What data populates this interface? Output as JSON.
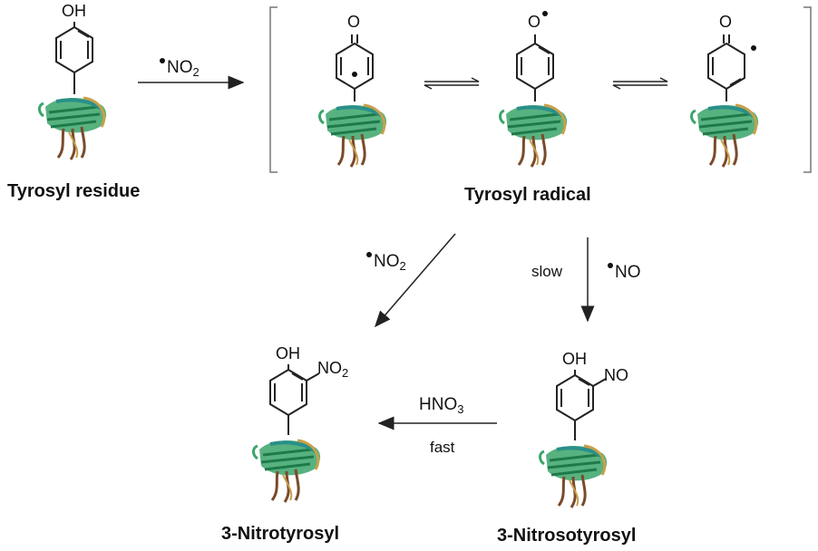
{
  "labels": {
    "tyrosyl_residue": "Tyrosyl residue",
    "tyrosyl_radical": "Tyrosyl radical",
    "nitrotyrosyl": "3-Nitrotyrosyl",
    "nitrosotyrosyl": "3-Nitrosotyrosyl"
  },
  "reagents": {
    "no2_top": "NO",
    "no2_top_sub": "2",
    "no2_left": "NO",
    "no2_left_sub": "2",
    "no_right": "NO",
    "slow": "slow",
    "hno3": "HNO",
    "hno3_sub": "3",
    "fast": "fast"
  },
  "groups": {
    "oh": "OH",
    "o": "O",
    "no2": "NO",
    "no2_sub": "2",
    "no": "NO"
  },
  "colors": {
    "line": "#222222",
    "protein_green": "#3aa56a",
    "protein_teal": "#2b8f8a",
    "protein_gold": "#c8a04a",
    "protein_brown": "#7a4a2a"
  }
}
